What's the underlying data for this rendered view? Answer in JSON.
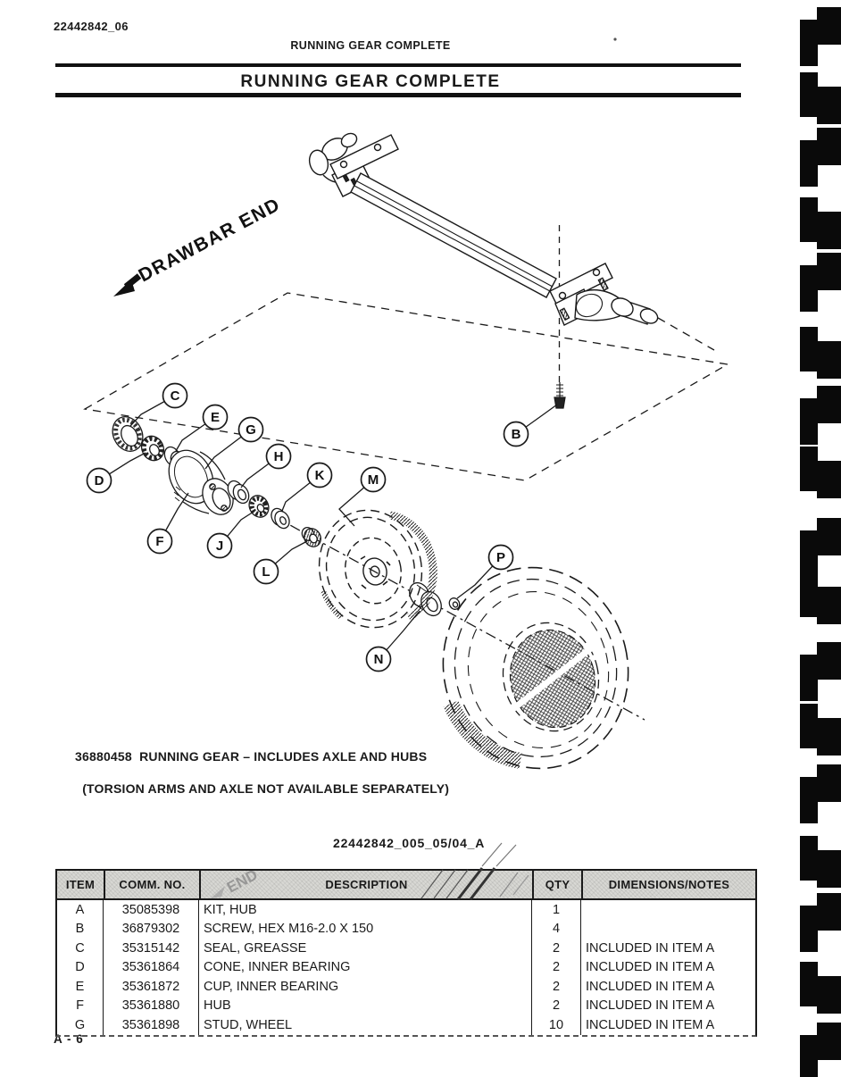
{
  "page": {
    "doc_number": "22442842_06",
    "running_header": "RUNNING GEAR COMPLETE",
    "title": "RUNNING GEAR COMPLETE",
    "figure_ref": "22442842_005_05/04_A",
    "page_number": "A - 6",
    "ink_color": "#1a1a1a"
  },
  "diagram": {
    "drawbar_label": "DRAWBAR END",
    "caption_line1": "36880458  RUNNING GEAR – INCLUDES AXLE AND HUBS",
    "caption_line2": "(TORSION ARMS AND AXLE NOT AVAILABLE SEPARATELY)",
    "callouts": [
      {
        "label": "C"
      },
      {
        "label": "E"
      },
      {
        "label": "G"
      },
      {
        "label": "H"
      },
      {
        "label": "K"
      },
      {
        "label": "M"
      },
      {
        "label": "D"
      },
      {
        "label": "F"
      },
      {
        "label": "J"
      },
      {
        "label": "L"
      },
      {
        "label": "B"
      },
      {
        "label": "P"
      },
      {
        "label": "N"
      }
    ]
  },
  "table": {
    "ghost_text": "END",
    "headers": [
      "ITEM",
      "COMM. NO.",
      "DESCRIPTION",
      "QTY",
      "DIMENSIONS/NOTES"
    ],
    "rows": [
      {
        "item": "A",
        "comm_no": "35085398",
        "description": "KIT, HUB",
        "qty": "1",
        "notes": ""
      },
      {
        "item": "B",
        "comm_no": "36879302",
        "description": "SCREW, HEX M16-2.0 X 150",
        "qty": "4",
        "notes": ""
      },
      {
        "item": "C",
        "comm_no": "35315142",
        "description": "SEAL, GREASSE",
        "qty": "2",
        "notes": "INCLUDED IN ITEM A"
      },
      {
        "item": "D",
        "comm_no": "35361864",
        "description": "CONE, INNER BEARING",
        "qty": "2",
        "notes": "INCLUDED IN ITEM A"
      },
      {
        "item": "E",
        "comm_no": "35361872",
        "description": "CUP, INNER BEARING",
        "qty": "2",
        "notes": "INCLUDED IN ITEM A"
      },
      {
        "item": "F",
        "comm_no": "35361880",
        "description": "HUB",
        "qty": "2",
        "notes": "INCLUDED IN ITEM A"
      },
      {
        "item": "G",
        "comm_no": "35361898",
        "description": "STUD, WHEEL",
        "qty": "10",
        "notes": "INCLUDED IN ITEM A"
      }
    ]
  },
  "decor": {
    "binder_marks": {
      "count": 17,
      "start": 4,
      "spacing": 71.3
    }
  }
}
